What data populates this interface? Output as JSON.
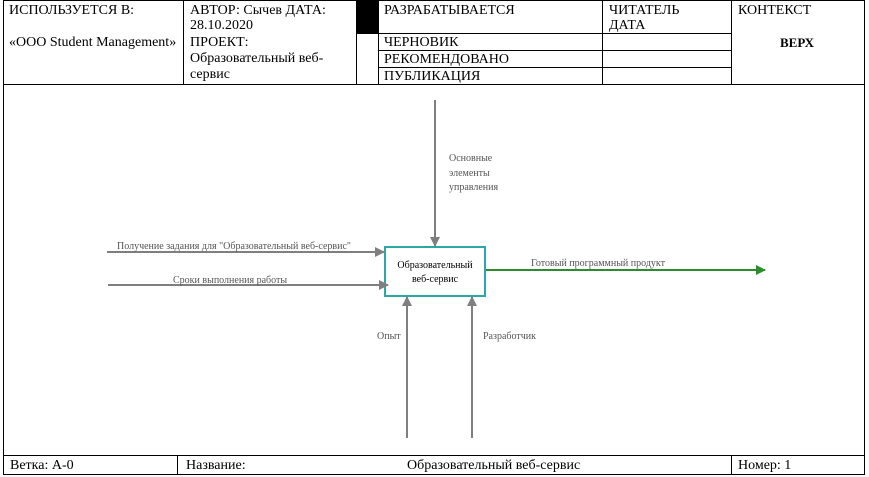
{
  "header": {
    "used_in_label": "ИСПОЛЬЗУЕТСЯ В:",
    "used_in_value": "«ООО Student Management»",
    "author_line1": "АВТОР: Сычев ДАТА:",
    "author_line2": "28.10.2020",
    "project_label": "ПРОЕКТ:",
    "project_value_1": "Образовательный веб-",
    "project_value_2": "сервис",
    "status_developing": "РАЗРАБАТЫВАЕТСЯ",
    "status_draft": "ЧЕРНОВИК",
    "status_recommended": "РЕКОМЕНДОВАНО",
    "status_publication": "ПУБЛИКАЦИЯ",
    "reader_label": "ЧИТАТЕЛЬ",
    "date_label": "ДАТА",
    "context_label": "КОНТЕКСТ",
    "context_value": "ВЕРХ"
  },
  "diagram": {
    "box_line1": "Образовательный",
    "box_line2": "веб-сервис",
    "control_line1": "Основные",
    "control_line2": "элементы",
    "control_line3": "управления",
    "input_task": "Получение задания для \"Образовательный веб-сервис\"",
    "input_deadlines": "Сроки выполнения работы",
    "output_product": "Готовый программный продукт",
    "mech_experience": "Опыт",
    "mech_developer": "Разработчик",
    "colors": {
      "box_border": "#2aa8a4",
      "arrow_gray": "#7f7f7f",
      "arrow_output": "#2e8b2e"
    }
  },
  "footer": {
    "branch_label": "Ветка: А-0",
    "name_label": "Название:",
    "name_value": "Образовательный веб-сервис",
    "number_label": "Номер: 1"
  }
}
